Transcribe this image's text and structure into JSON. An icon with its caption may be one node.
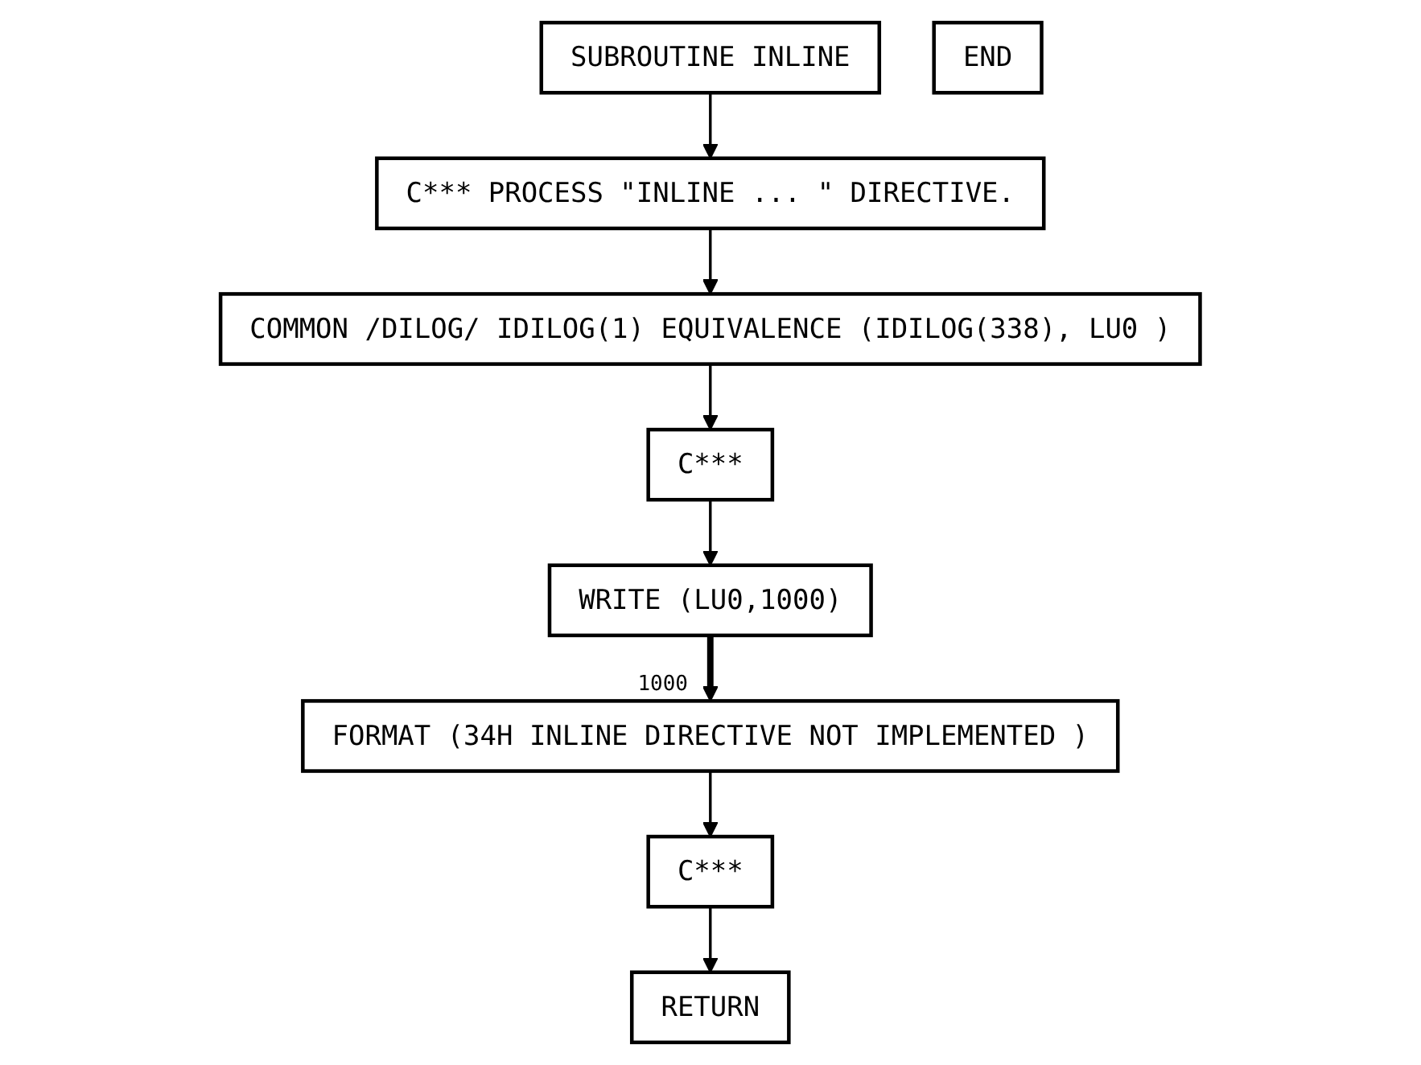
{
  "diagram": {
    "nodes": [
      {
        "text": [
          "SUBROUTINE INLINE"
        ]
      },
      {
        "text": [
          "C***  PROCESS  \"INLINE ... \"  DIRECTIVE."
        ]
      },
      {
        "text": [
          "COMMON /DILOG/ IDILOG(1) EQUIVALENCE (IDILOG(338), LU0 )"
        ]
      },
      {
        "text": [
          "C***"
        ]
      },
      {
        "text": [
          "WRITE (LU0,1000)"
        ]
      },
      {
        "text": [
          "FORMAT (34H INLINE DIRECTIVE NOT IMPLEMENTED )"
        ],
        "beside": [
          "1000"
        ]
      },
      {
        "text": [
          "C***"
        ]
      },
      {
        "text": [
          "RETURN"
        ]
      },
      {
        "text": [
          "END"
        ]
      }
    ],
    "edges": [
      {
        "from": 0,
        "to": 1,
        "arrow": "to"
      },
      {
        "from": 1,
        "to": 2,
        "arrow": "to"
      },
      {
        "from": 2,
        "to": 3,
        "arrow": "to"
      },
      {
        "from": 3,
        "to": 4,
        "arrow": "to"
      },
      {
        "from": 4,
        "to": 5,
        "arrow": "to",
        "style": "thick"
      },
      {
        "from": 5,
        "to": 6,
        "arrow": "to"
      },
      {
        "from": 6,
        "to": 7,
        "arrow": "to"
      }
    ]
  }
}
